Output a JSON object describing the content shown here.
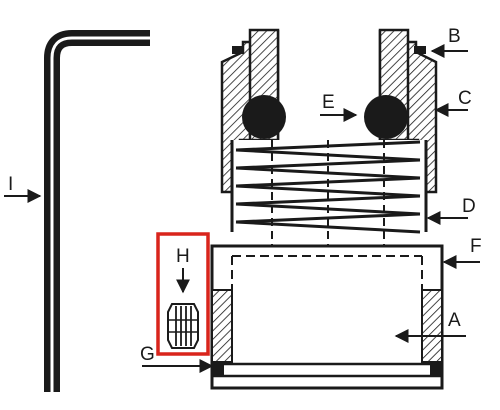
{
  "labels": {
    "A": "A",
    "B": "B",
    "C": "C",
    "D": "D",
    "E": "E",
    "F": "F",
    "G": "G",
    "H": "H",
    "I": "I"
  },
  "highlight_color": "#d9241c",
  "ink_color": "#1a1a1a"
}
